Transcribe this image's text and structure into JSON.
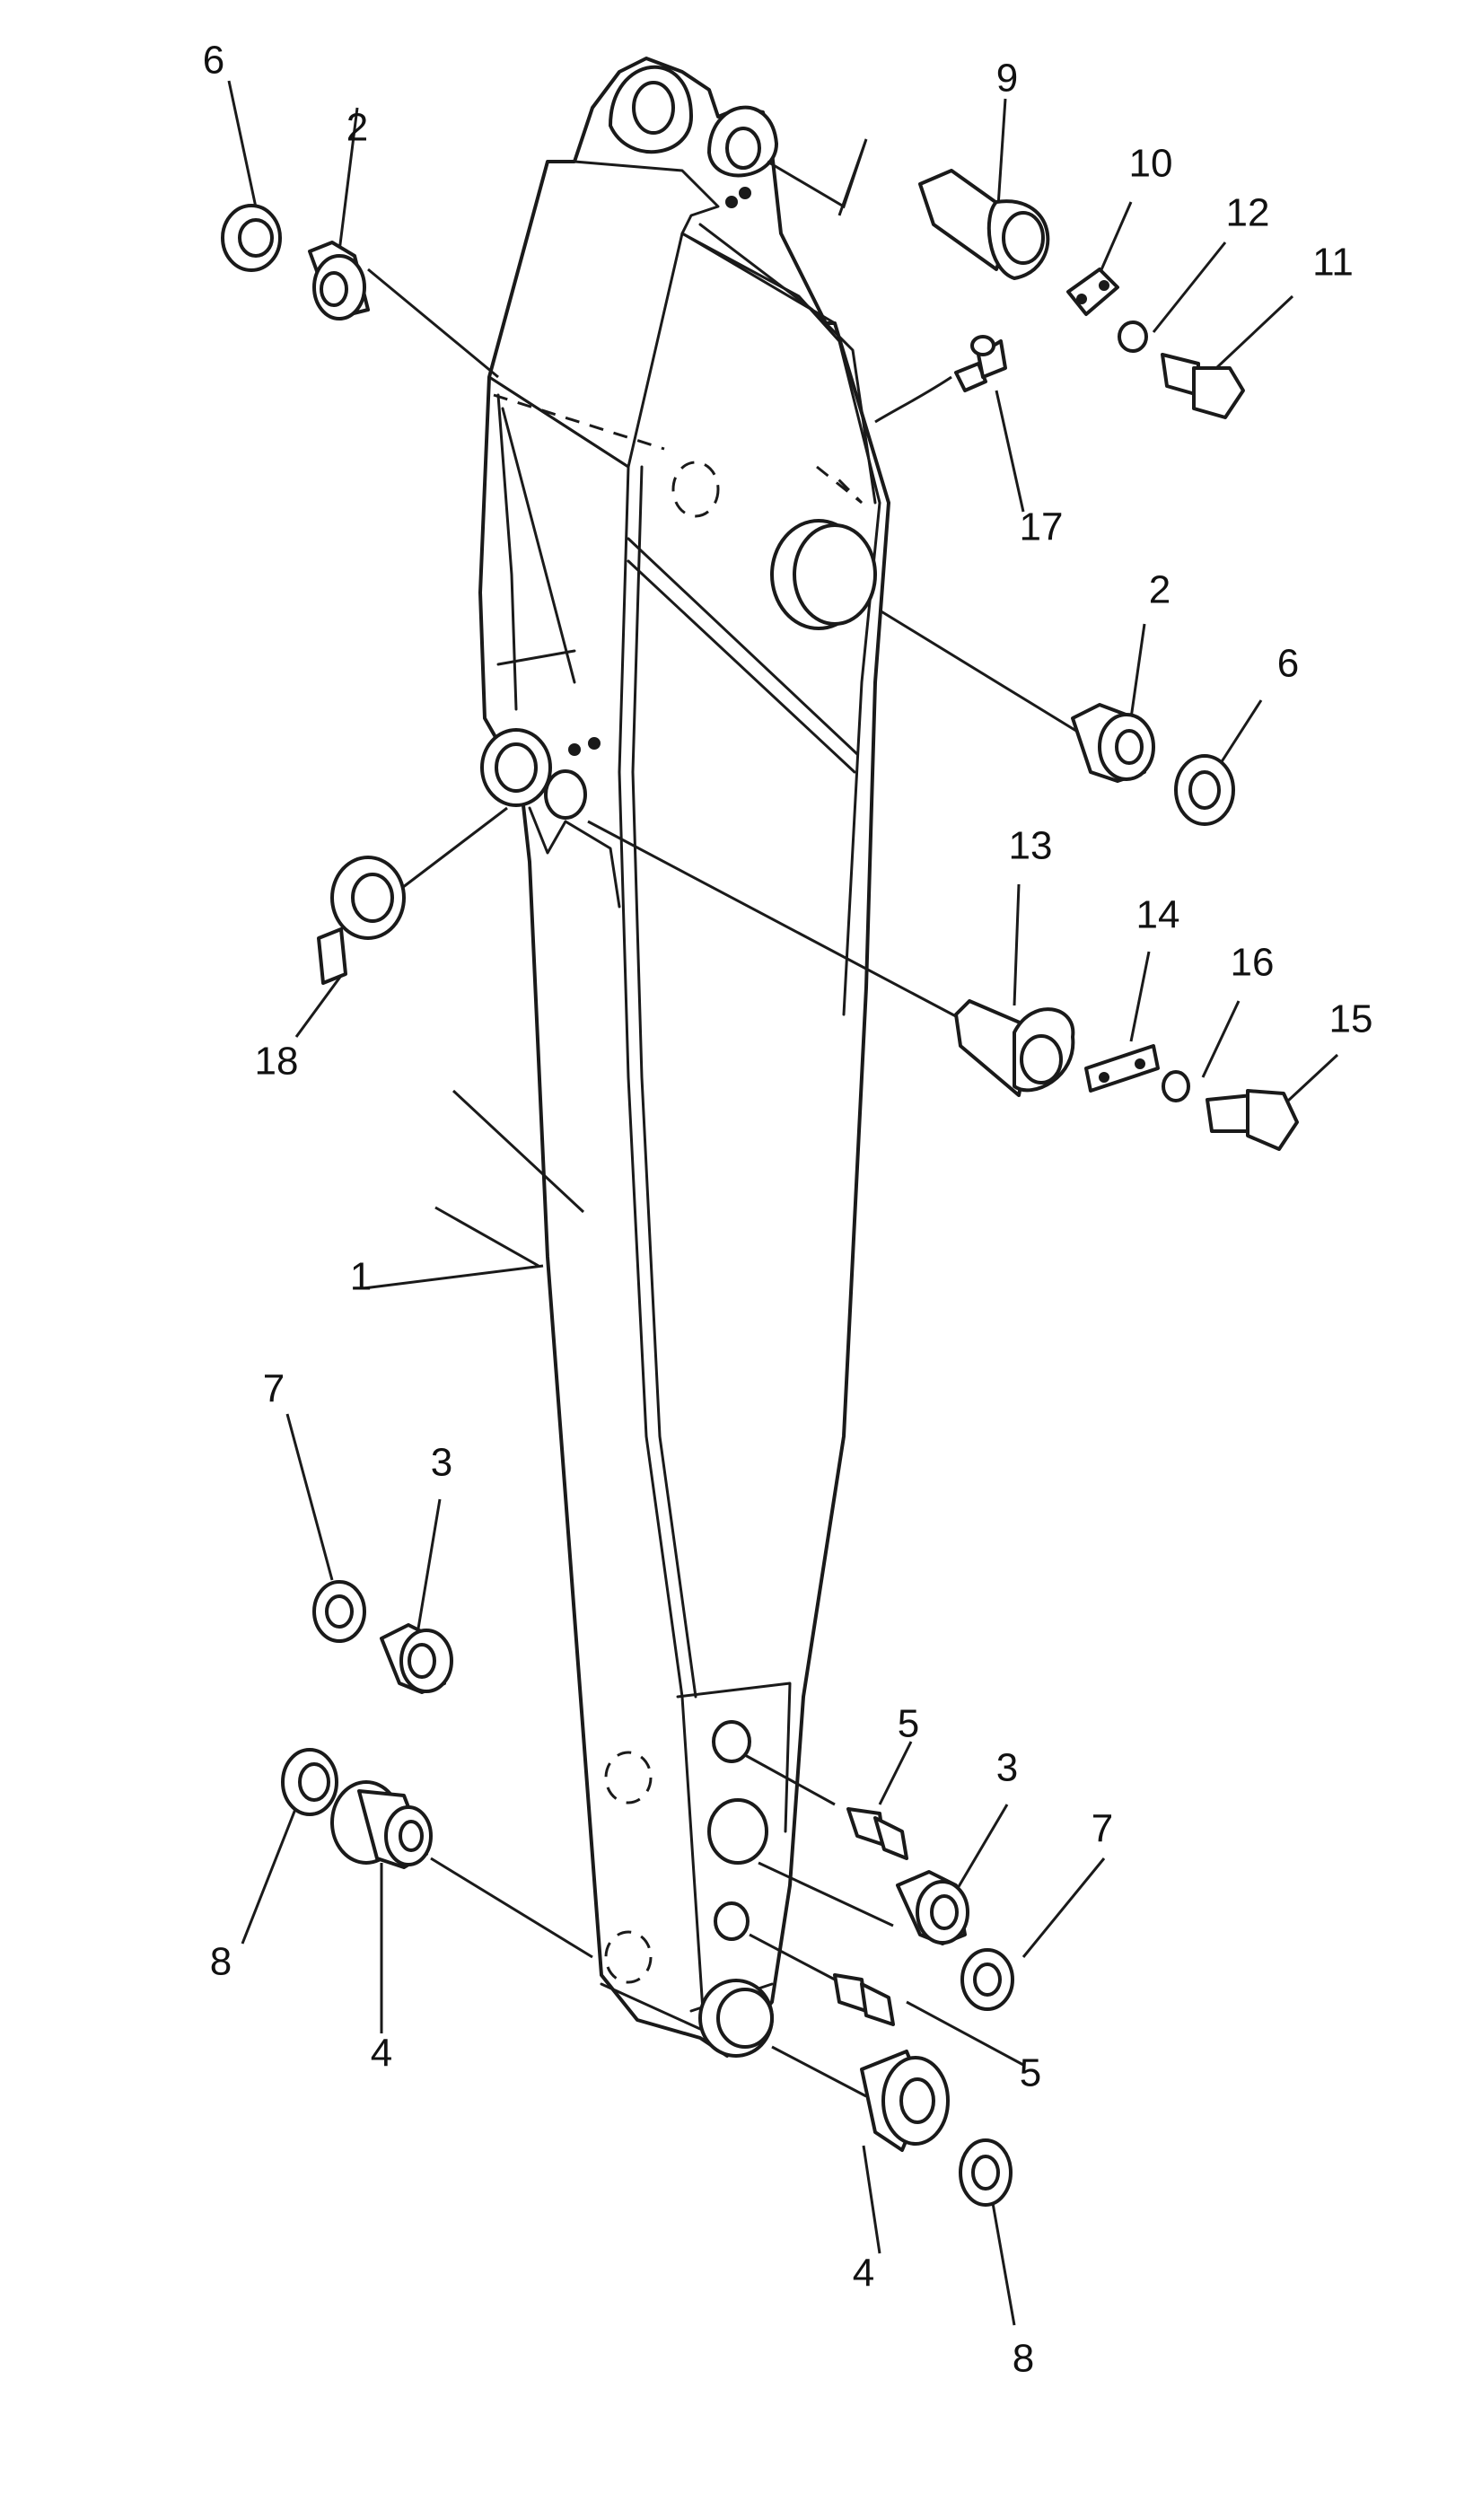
{
  "diagram": {
    "callouts": {
      "c1": "1",
      "c2_top": "2",
      "c2_mid": "2",
      "c3_left": "3",
      "c3_right": "3",
      "c4_left": "4",
      "c4_right": "4",
      "c5_top": "5",
      "c5_bottom": "5",
      "c6_top": "6",
      "c6_mid": "6",
      "c7_left": "7",
      "c7_right": "7",
      "c8_left": "8",
      "c8_right": "8",
      "c9": "9",
      "c10": "10",
      "c11": "11",
      "c12": "12",
      "c13": "13",
      "c14": "14",
      "c15": "15",
      "c16": "16",
      "c17": "17",
      "c18": "18"
    }
  }
}
